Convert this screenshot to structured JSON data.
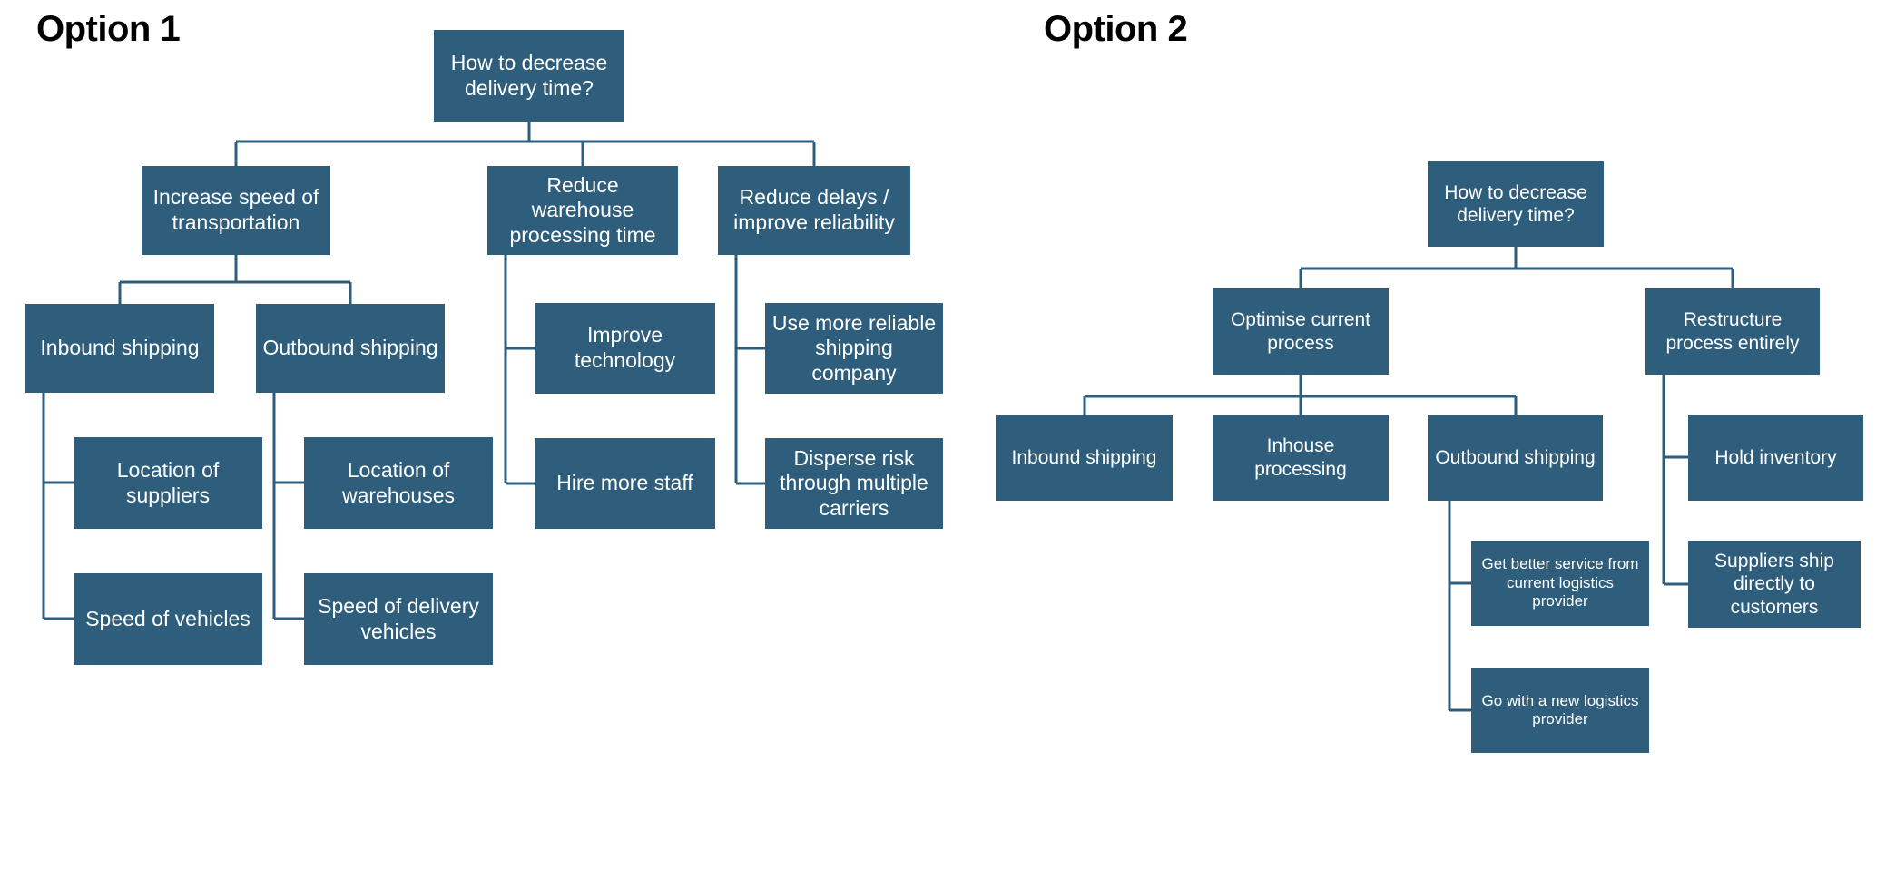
{
  "accent_color": "#2E5E7C",
  "option1": {
    "title": "Option 1",
    "root": "How to decrease delivery time?",
    "nodes": {
      "increase_speed": "Increase speed of transportation",
      "reduce_warehouse": "Reduce warehouse processing time",
      "reduce_delays": "Reduce delays / improve reliability",
      "inbound_shipping": "Inbound shipping",
      "outbound_shipping": "Outbound shipping",
      "location_of_suppliers": "Location of suppliers",
      "speed_of_vehicles": "Speed of vehicles",
      "location_of_warehouses": "Location of warehouses",
      "speed_of_delivery_vehicles": "Speed of delivery vehicles",
      "improve_technology": "Improve technology",
      "hire_more_staff": "Hire more staff",
      "reliable_shipping_company": "Use more reliable shipping company",
      "disperse_risk": "Disperse risk through multiple carriers"
    }
  },
  "option2": {
    "title": "Option 2",
    "root": "How to decrease delivery time?",
    "nodes": {
      "optimise_current_process": "Optimise current process",
      "restructure_process": "Restructure process entirely",
      "inbound_shipping": "Inbound shipping",
      "inhouse_processing": "Inhouse processing",
      "outbound_shipping": "Outbound shipping",
      "get_better_service": "Get better service from current logistics provider",
      "new_logistics_provider": "Go with a new logistics provider",
      "hold_inventory": "Hold inventory",
      "suppliers_ship_directly": "Suppliers ship directly to customers"
    }
  }
}
